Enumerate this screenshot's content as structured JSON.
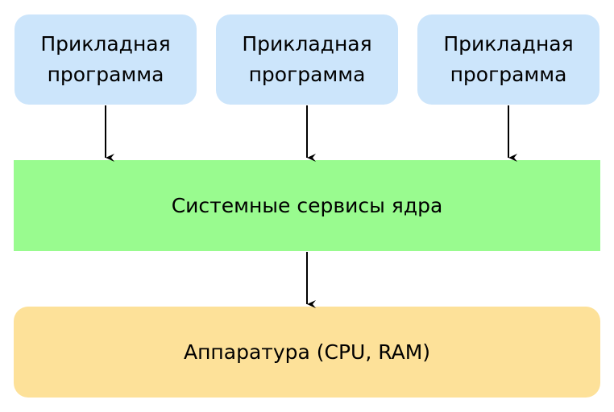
{
  "apps": [
    {
      "label": "Прикладная\nпрограмма"
    },
    {
      "label": "Прикладная\nпрограмма"
    },
    {
      "label": "Прикладная\nпрограмма"
    }
  ],
  "kernel": {
    "label": "Системные сервисы ядра"
  },
  "hardware": {
    "label": "Аппаратура (CPU, RAM)"
  },
  "colors": {
    "app_fill": "#cce5fb",
    "kernel_fill": "#99fb8f",
    "hardware_fill": "#fde199",
    "arrow": "#000000"
  }
}
